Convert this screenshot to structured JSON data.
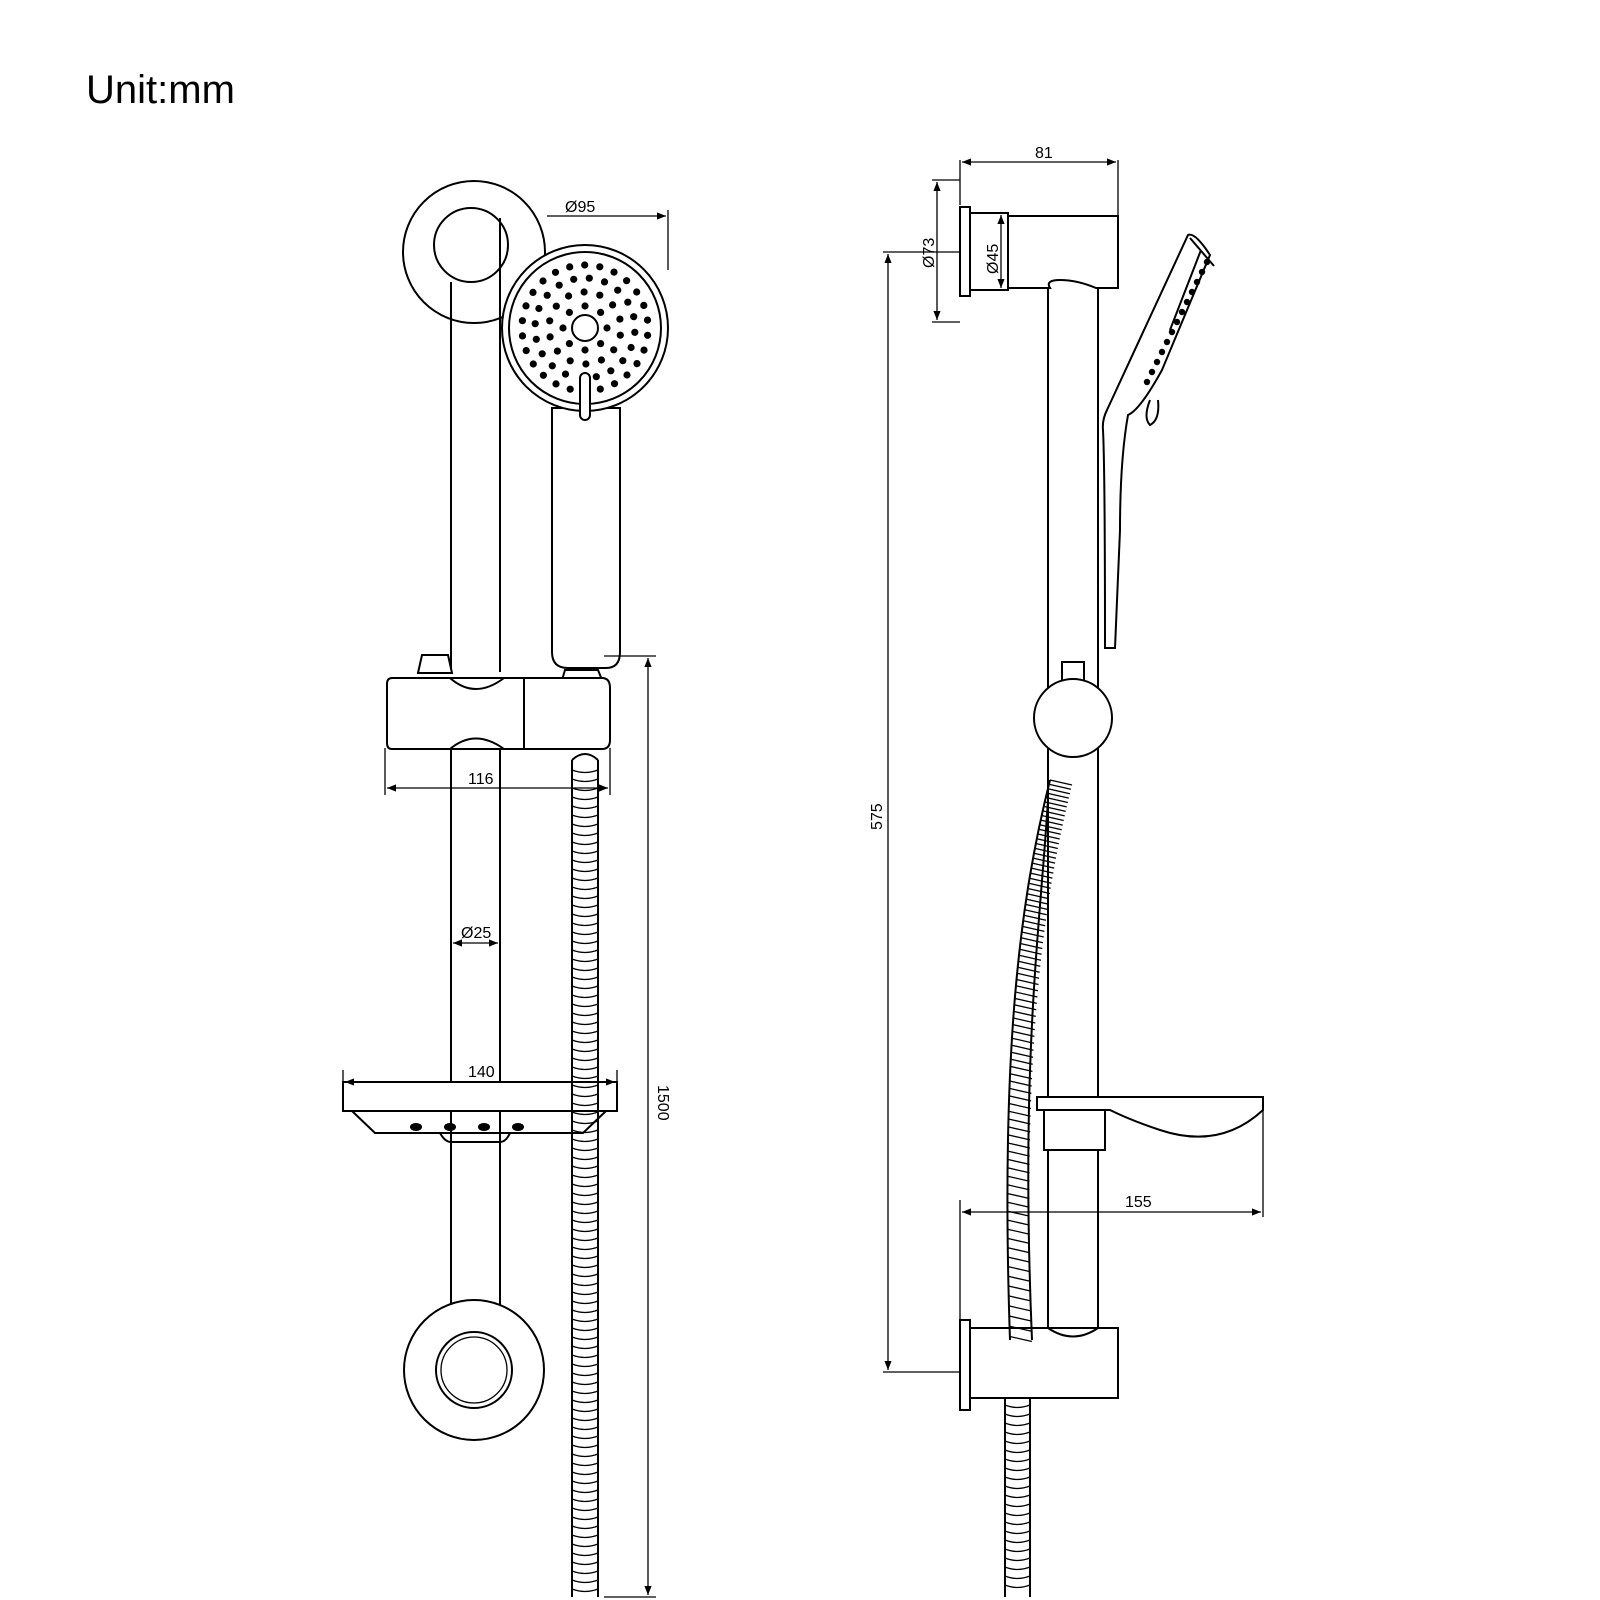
{
  "unit_label": "Unit:mm",
  "dimensions": {
    "head_diameter": "Ø95",
    "holder_width": "116",
    "rail_diameter": "Ø25",
    "soap_dish_width": "140",
    "total_height": "1500",
    "wall_bracket_depth": "81",
    "flange_diameter": "Ø73",
    "bracket_diameter": "Ø45",
    "bracket_spacing": "575",
    "soap_dish_projection": "155"
  }
}
